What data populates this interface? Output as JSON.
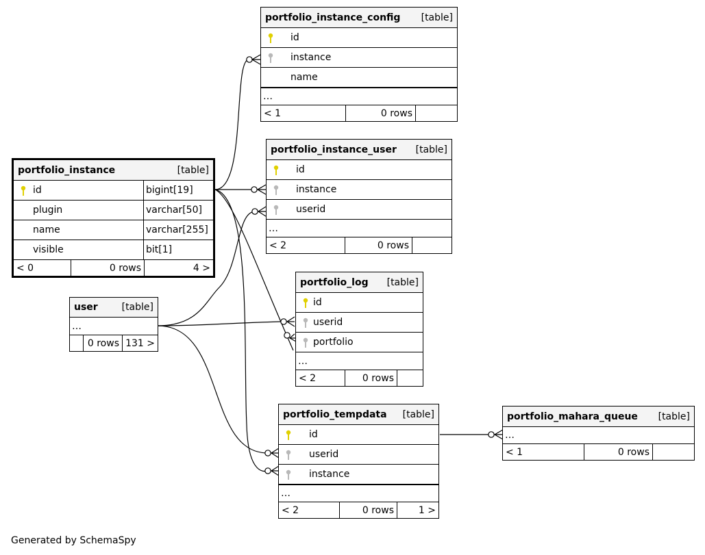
{
  "tables": {
    "portfolio_instance_config": {
      "name": "portfolio_instance_config",
      "tag": "[table]",
      "columns": [
        "id",
        "instance",
        "name"
      ],
      "ellipsis": "…",
      "parents": "< 1",
      "rows": "0 rows",
      "children": ""
    },
    "portfolio_instance_user": {
      "name": "portfolio_instance_user",
      "tag": "[table]",
      "columns": [
        "id",
        "instance",
        "userid"
      ],
      "ellipsis": "…",
      "parents": "< 2",
      "rows": "0 rows",
      "children": ""
    },
    "portfolio_instance": {
      "name": "portfolio_instance",
      "tag": "[table]",
      "columns": [
        {
          "name": "id",
          "type": "bigint[19]"
        },
        {
          "name": "plugin",
          "type": "varchar[50]"
        },
        {
          "name": "name",
          "type": "varchar[255]"
        },
        {
          "name": "visible",
          "type": "bit[1]"
        }
      ],
      "parents": "< 0",
      "rows": "0 rows",
      "children": "4 >"
    },
    "user": {
      "name": "user",
      "tag": "[table]",
      "ellipsis": "…",
      "parents": "",
      "rows": "0 rows",
      "children": "131 >"
    },
    "portfolio_log": {
      "name": "portfolio_log",
      "tag": "[table]",
      "columns": [
        "id",
        "userid",
        "portfolio"
      ],
      "ellipsis": "…",
      "parents": "< 2",
      "rows": "0 rows",
      "children": ""
    },
    "portfolio_tempdata": {
      "name": "portfolio_tempdata",
      "tag": "[table]",
      "columns": [
        "id",
        "userid",
        "instance"
      ],
      "ellipsis": "…",
      "parents": "< 2",
      "rows": "0 rows",
      "children": "1 >"
    },
    "portfolio_mahara_queue": {
      "name": "portfolio_mahara_queue",
      "tag": "[table]",
      "ellipsis": "…",
      "parents": "< 1",
      "rows": "0 rows",
      "children": ""
    }
  },
  "footer": "Generated by SchemaSpy",
  "colors": {
    "primary_key": "#e0d000",
    "foreign_key": "#b8b8b8",
    "header_bg": "#f4f4f4"
  }
}
